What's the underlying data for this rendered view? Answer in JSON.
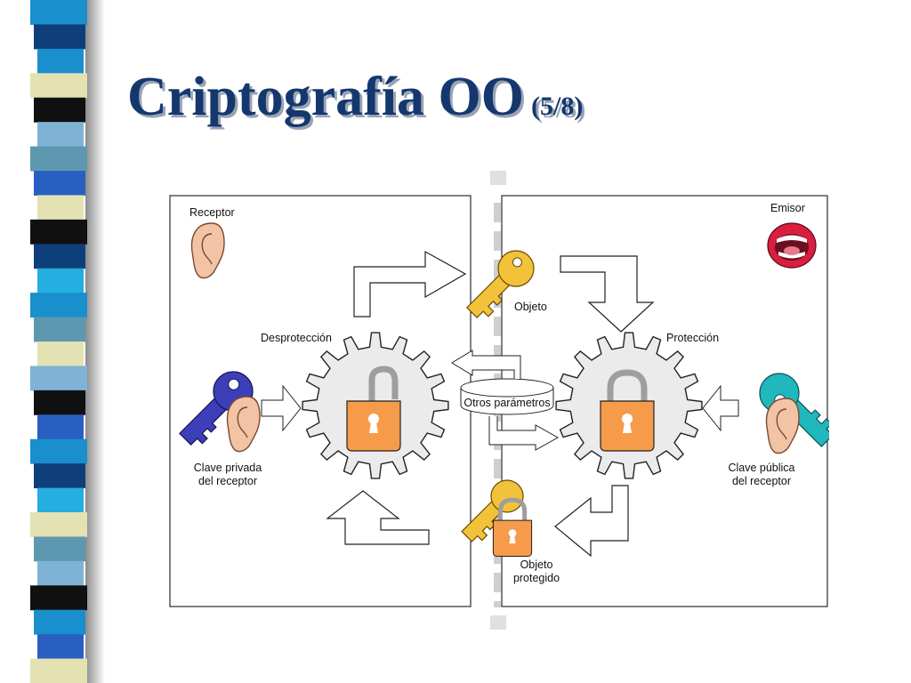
{
  "slide": {
    "title": "Criptografía OO",
    "title_suffix": "(5/8)"
  },
  "colors": {
    "title": "#14386e",
    "title_shadow": "#9aa3b4",
    "strip_palette": [
      "#1a8fce",
      "#0f3f7a",
      "#e4e2b3",
      "#5e98b0",
      "#101010",
      "#7fb3d6",
      "#2a5fc2",
      "#25aee0"
    ],
    "lock_orange": "#f69b4a",
    "gear_gray": "#ebebeb",
    "private_key": "#3d3fb8",
    "public_key": "#20b8bc",
    "object_key": "#f2c23a"
  },
  "diagram": {
    "receptor_label": "Receptor",
    "emisor_label": "Emisor",
    "objeto_label": "Objeto",
    "desproteccion_label": "Desprotección",
    "proteccion_label": "Protección",
    "otros_parametros_label": "Otros parámetros",
    "clave_privada_line1": "Clave privada",
    "clave_privada_line2": "del receptor",
    "clave_publica_line1": "Clave pública",
    "clave_publica_line2": "del receptor",
    "objeto_protegido_line1": "Objeto",
    "objeto_protegido_line2": "protegido"
  }
}
